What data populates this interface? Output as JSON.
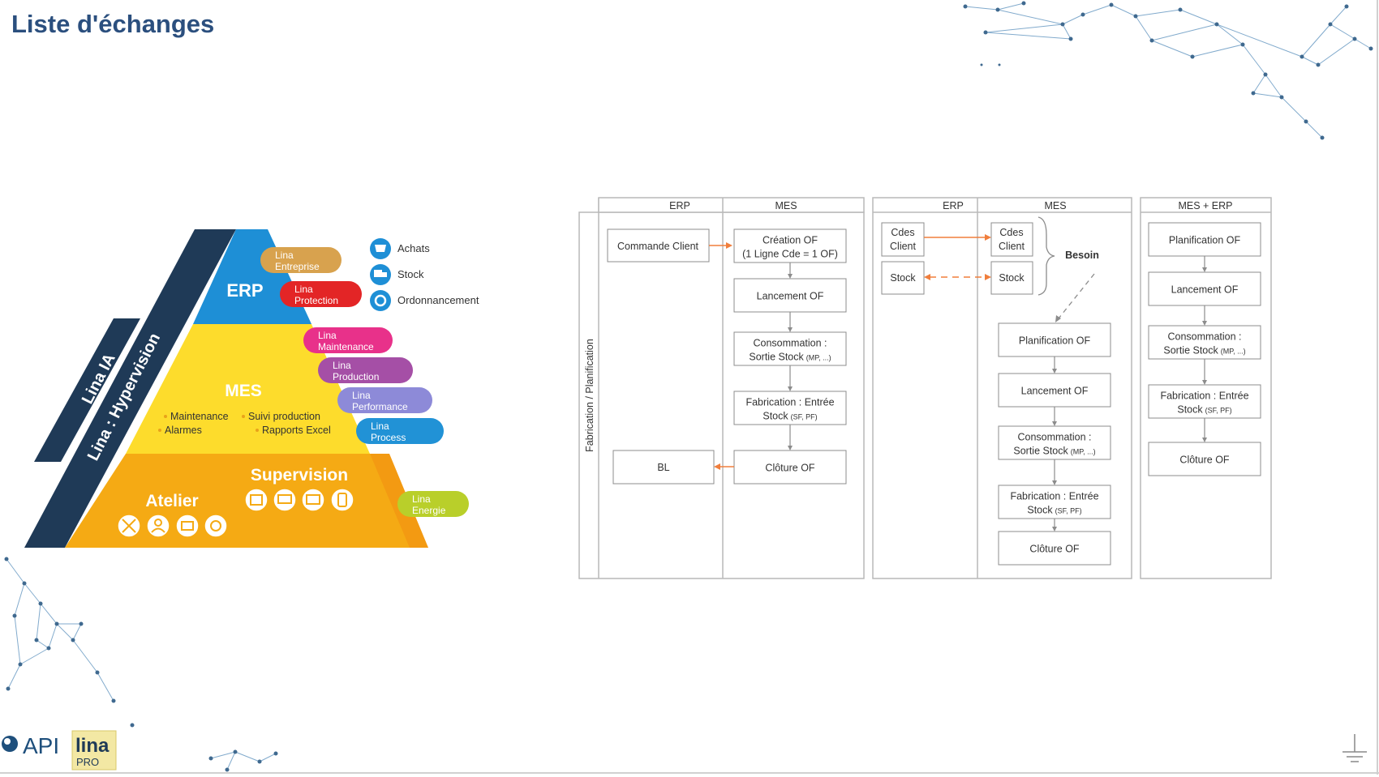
{
  "page": {
    "title": "Liste d'échanges"
  },
  "pyramid": {
    "side_band_outer": "Lina IA",
    "side_band_inner": "Lina : Hypervision",
    "levels": {
      "erp": "ERP",
      "mes": "MES",
      "supervision": "Supervision",
      "atelier": "Atelier"
    },
    "mes_features": [
      "Maintenance",
      "Alarmes",
      "Suivi production",
      "Rapports Excel"
    ],
    "tags": [
      {
        "line1": "Lina",
        "line2": "Entreprise",
        "color": "#d8a24e"
      },
      {
        "line1": "Lina",
        "line2": "Protection",
        "color": "#e32526"
      },
      {
        "line1": "Lina",
        "line2": "Maintenance",
        "color": "#e8318a"
      },
      {
        "line1": "Lina",
        "line2": "Production",
        "color": "#a54fa6"
      },
      {
        "line1": "Lina",
        "line2": "Performance",
        "color": "#8d8ad8"
      },
      {
        "line1": "Lina",
        "line2": "Process",
        "color": "#2192d6"
      },
      {
        "line1": "Lina",
        "line2": "Energie",
        "color": "#b9cf2a"
      }
    ],
    "legend": [
      {
        "label": "Achats",
        "icon": "basket-icon"
      },
      {
        "label": "Stock",
        "icon": "truck-icon"
      },
      {
        "label": "Ordonnancement",
        "icon": "gear-icon"
      }
    ],
    "colors": {
      "navy": "#1f3a57",
      "erp_blue": "#1e8fd6",
      "mes_yellow": "#fddc2c",
      "atelier_orange": "#f5aa14"
    }
  },
  "diagram1": {
    "side_label": "Fabrication / Planification",
    "col_erp": "ERP",
    "col_mes": "MES",
    "erp_boxes": [
      "Commande Client",
      "BL"
    ],
    "mes_boxes": [
      {
        "l1": "Création OF",
        "l2": "(1 Ligne Cde = 1 OF)",
        "l2_small": ""
      },
      {
        "l1": "Lancement OF",
        "l2": "",
        "l2_small": ""
      },
      {
        "l1": "Consommation :",
        "l2": "Sortie Stock",
        "l2_small": "(MP, ...)"
      },
      {
        "l1": "Fabrication : Entrée",
        "l2": "Stock",
        "l2_small": "(SF, PF)"
      },
      {
        "l1": "Clôture OF",
        "l2": "",
        "l2_small": ""
      }
    ]
  },
  "diagram2": {
    "col_erp": "ERP",
    "col_mes": "MES",
    "erp_boxes": [
      {
        "l1": "Cdes",
        "l2": "Client"
      },
      {
        "l1": "Stock",
        "l2": ""
      }
    ],
    "mes_top_boxes": [
      {
        "l1": "Cdes",
        "l2": "Client"
      },
      {
        "l1": "Stock",
        "l2": ""
      }
    ],
    "besoin": "Besoin",
    "mes_boxes": [
      {
        "l1": "Planification OF",
        "l2": "",
        "l2_small": ""
      },
      {
        "l1": "Lancement OF",
        "l2": "",
        "l2_small": ""
      },
      {
        "l1": "Consommation :",
        "l2": "Sortie Stock",
        "l2_small": "(MP, ...)"
      },
      {
        "l1": "Fabrication : Entrée",
        "l2": "Stock",
        "l2_small": "(SF, PF)"
      },
      {
        "l1": "Clôture OF",
        "l2": "",
        "l2_small": ""
      }
    ]
  },
  "diagram3": {
    "col": "MES + ERP",
    "boxes": [
      {
        "l1": "Planification OF",
        "l2": "",
        "l2_small": ""
      },
      {
        "l1": "Lancement OF",
        "l2": "",
        "l2_small": ""
      },
      {
        "l1": "Consommation :",
        "l2": "Sortie Stock",
        "l2_small": "(MP, ...)"
      },
      {
        "l1": "Fabrication : Entrée",
        "l2": "Stock",
        "l2_small": "(SF, PF)"
      },
      {
        "l1": "Clôture OF",
        "l2": "",
        "l2_small": ""
      }
    ]
  },
  "logos": {
    "api": "API",
    "lina": "lina",
    "pro": "PRO"
  },
  "colors": {
    "arrow_orange": "#f07e3c",
    "box_border": "#8c8c8c",
    "network": "#3d6f9a"
  }
}
